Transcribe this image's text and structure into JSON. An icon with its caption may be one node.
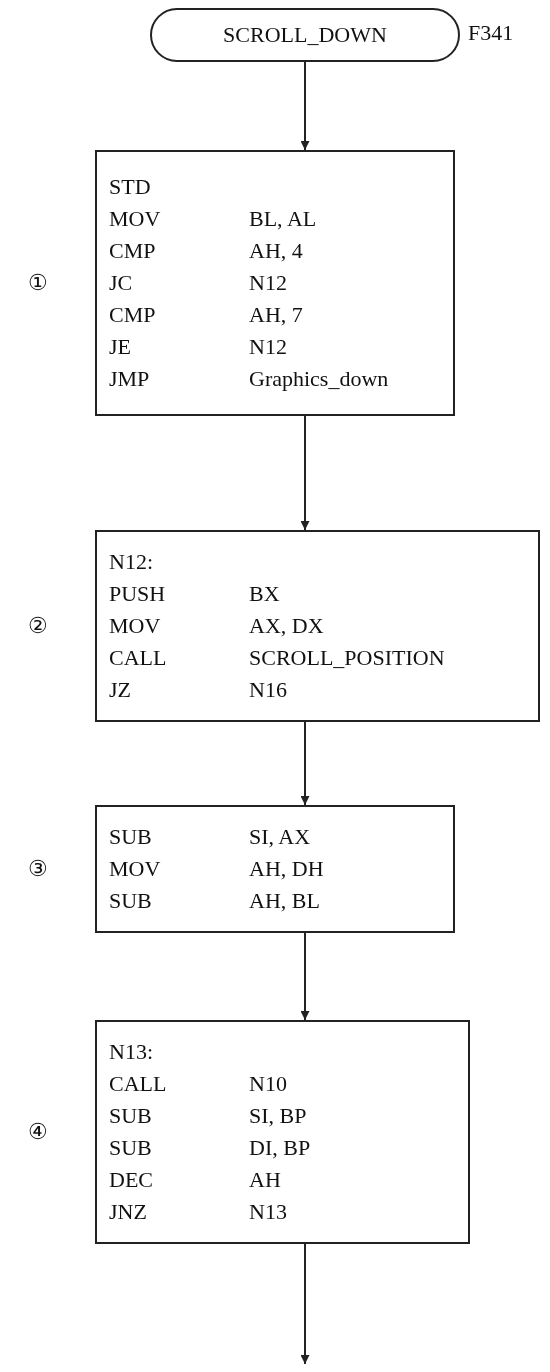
{
  "diagram": {
    "nodes": [
      {
        "text": [
          "SCROLL_DOWN"
        ],
        "beside": [
          "F341"
        ]
      },
      {
        "text": [
          "STD",
          "MOV BL, AL",
          "CMP AH, 4",
          "JC N12",
          "CMP AH, 7",
          "JE N12",
          "JMP Graphics_down"
        ]
      },
      {
        "text": [
          "N12:",
          "PUSH BX",
          "MOV AX, DX",
          "CALL SCROLL_POSITION",
          "JZ N16"
        ]
      },
      {
        "text": [
          "SUB SI, AX",
          "MOV AH, DH",
          "SUB AH, BL"
        ]
      },
      {
        "text": [
          "N13:",
          "CALL N10",
          "SUB SI, BP",
          "SUB DI, BP",
          "DEC AH",
          "JNZ N13"
        ]
      }
    ],
    "edges": [
      {
        "from": 0,
        "to": 1,
        "arrow": "to"
      },
      {
        "from": 1,
        "to": 2,
        "arrow": "to"
      },
      {
        "from": 2,
        "to": 3,
        "arrow": "to"
      },
      {
        "from": 3,
        "to": 4,
        "arrow": "to"
      },
      {
        "from": 4,
        "to": null,
        "arrow": "to"
      }
    ],
    "labels": [
      "①",
      "②",
      "③",
      "④"
    ]
  }
}
